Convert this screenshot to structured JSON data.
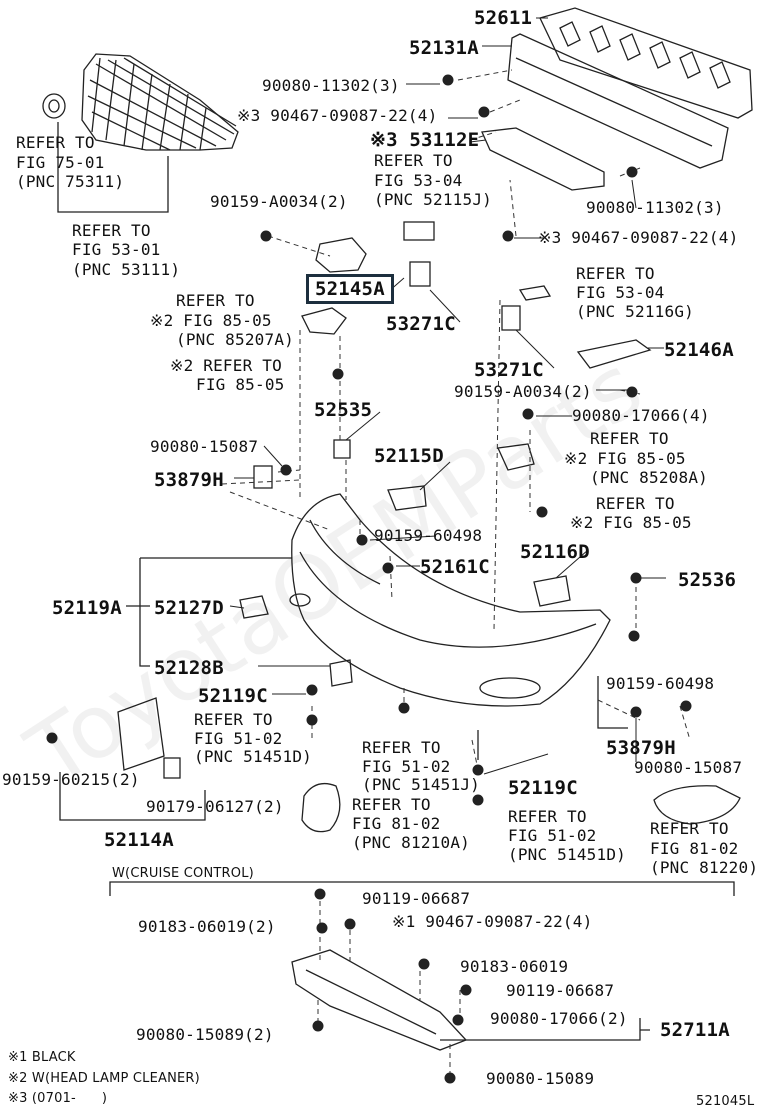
{
  "labels": {
    "p52611": "52611",
    "p52131A": "52131A",
    "b90080_11302_3_top": "90080-11302(3)",
    "b90467_09087_22_4_top": "※3 90467-09087-22(4)",
    "p53112E": "※3 53112E",
    "ref_fig53_04_a": [
      "REFER TO",
      "FIG 53-04",
      "(PNC 52115J)"
    ],
    "b90080_11302_3_mid": "90080-11302(3)",
    "ref_fig75_01": [
      "REFER TO",
      "FIG 75-01",
      "(PNC 75311)"
    ],
    "ref_fig53_01": [
      "REFER TO",
      "FIG 53-01",
      "(PNC 53111)"
    ],
    "b90159_A0034_2_top": "90159-A0034(2)",
    "b90467_09087_22_4_mid": "※3 90467-09087-22(4)",
    "p52145A": "52145A",
    "ref_fig53_04_b": [
      "REFER TO",
      "FIG 53-04",
      "(PNC 52116G)"
    ],
    "ref_fig85_05_a": [
      "REFER TO",
      "※2 FIG 85-05",
      "(PNC 85207A)"
    ],
    "p53271C_top": "53271C",
    "p52146A": "52146A",
    "ref_fig85_05_b": [
      "※2 REFER TO",
      "FIG 85-05"
    ],
    "p53271C_mid": "53271C",
    "b90159_A0034_2_mid": "90159-A0034(2)",
    "p52535": "52535",
    "b90080_17066_4": "90080-17066(4)",
    "ref_fig85_05_c": [
      "REFER TO",
      "※2 FIG 85-05",
      "(PNC 85208A)"
    ],
    "b90080_15087_top": "90080-15087",
    "p52115D": "52115D",
    "p53879H_top": "53879H",
    "ref_fig85_05_d": [
      "REFER TO",
      "※2 FIG 85-05"
    ],
    "b90159_60498_top": "90159-60498",
    "p52161C": "52161C",
    "p52116D": "52116D",
    "p52536": "52536",
    "p52119A": "52119A",
    "p52127D": "52127D",
    "p52128B": "52128B",
    "b90159_60498_mid": "90159-60498",
    "p52119C_left": "52119C",
    "ref_fig51_02_a": [
      "REFER TO",
      "FIG 51-02",
      "(PNC 51451D)"
    ],
    "p53879H_bot": "53879H",
    "b90080_15087_bot": "90080-15087",
    "ref_fig51_02_b": [
      "REFER TO",
      "FIG 51-02",
      "(PNC 51451J)"
    ],
    "p52119C_mid": "52119C",
    "b90159_60215_2": "90159-60215(2)",
    "b90179_06127_2": "90179-06127(2)",
    "ref_fig81_02_a": [
      "REFER TO",
      "FIG 81-02",
      "(PNC 81210A)"
    ],
    "ref_fig51_02_c": [
      "REFER TO",
      "FIG 51-02",
      "(PNC 51451D)"
    ],
    "ref_fig81_02_b": [
      "REFER TO",
      "FIG 81-02",
      "(PNC 81220)"
    ],
    "p52114A": "52114A",
    "cruise_control": "W(CRUISE CONTROL)",
    "b90119_06687_top": "90119-06687",
    "b90183_06019_2": "90183-06019(2)",
    "b90467_09087_22_4_bot": "※1 90467-09087-22(4)",
    "b90183_06019": "90183-06019",
    "b90119_06687_bot": "90119-06687",
    "b90080_17066_2": "90080-17066(2)",
    "p52711A": "52711A",
    "b90080_15089_2": "90080-15089(2)",
    "b90080_15089": "90080-15089"
  },
  "notes": [
    "※1 BLACK",
    "※2 W(HEAD LAMP CLEANER)",
    "※3 (0701-      )"
  ],
  "figure_code": "521045L",
  "watermark": "ToyotaOEMParts",
  "highlight_color": "#1d2f3e"
}
